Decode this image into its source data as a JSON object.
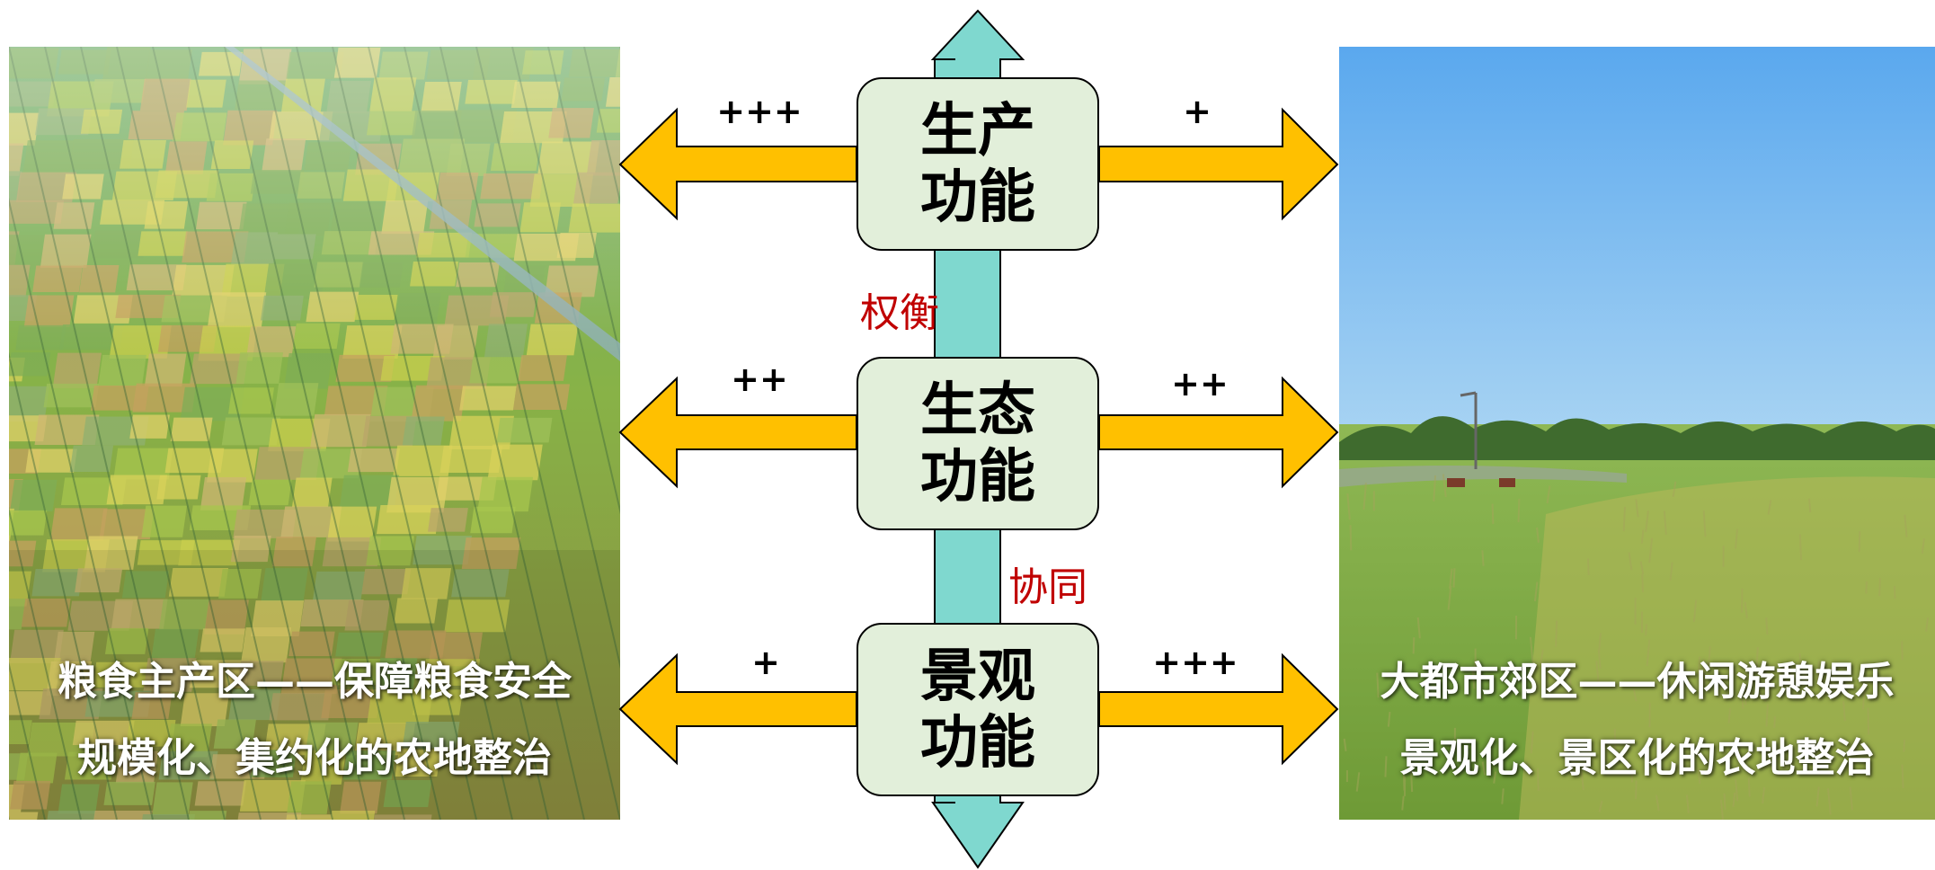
{
  "colors": {
    "arrow_fill": "#ffc000",
    "axis_fill": "#7fd8cf",
    "box_fill": "#e2efda",
    "relation_text": "#c00000"
  },
  "left_photo": {
    "caption_line1": "粮食主产区——保障粮食安全",
    "caption_line2": "规模化、集约化的农地整治"
  },
  "right_photo": {
    "caption_line1": "大都市郊区——休闲游憩娱乐",
    "caption_line2": "景观化、景区化的农地整治"
  },
  "functions": [
    {
      "line1": "生产",
      "line2": "功能",
      "left_level": "+++",
      "right_level": "+"
    },
    {
      "line1": "生态",
      "line2": "功能",
      "left_level": "++",
      "right_level": "++"
    },
    {
      "line1": "景观",
      "line2": "功能",
      "left_level": "+",
      "right_level": "+++"
    }
  ],
  "relations": {
    "production_ecology": "权衡",
    "ecology_landscape": "协同"
  }
}
